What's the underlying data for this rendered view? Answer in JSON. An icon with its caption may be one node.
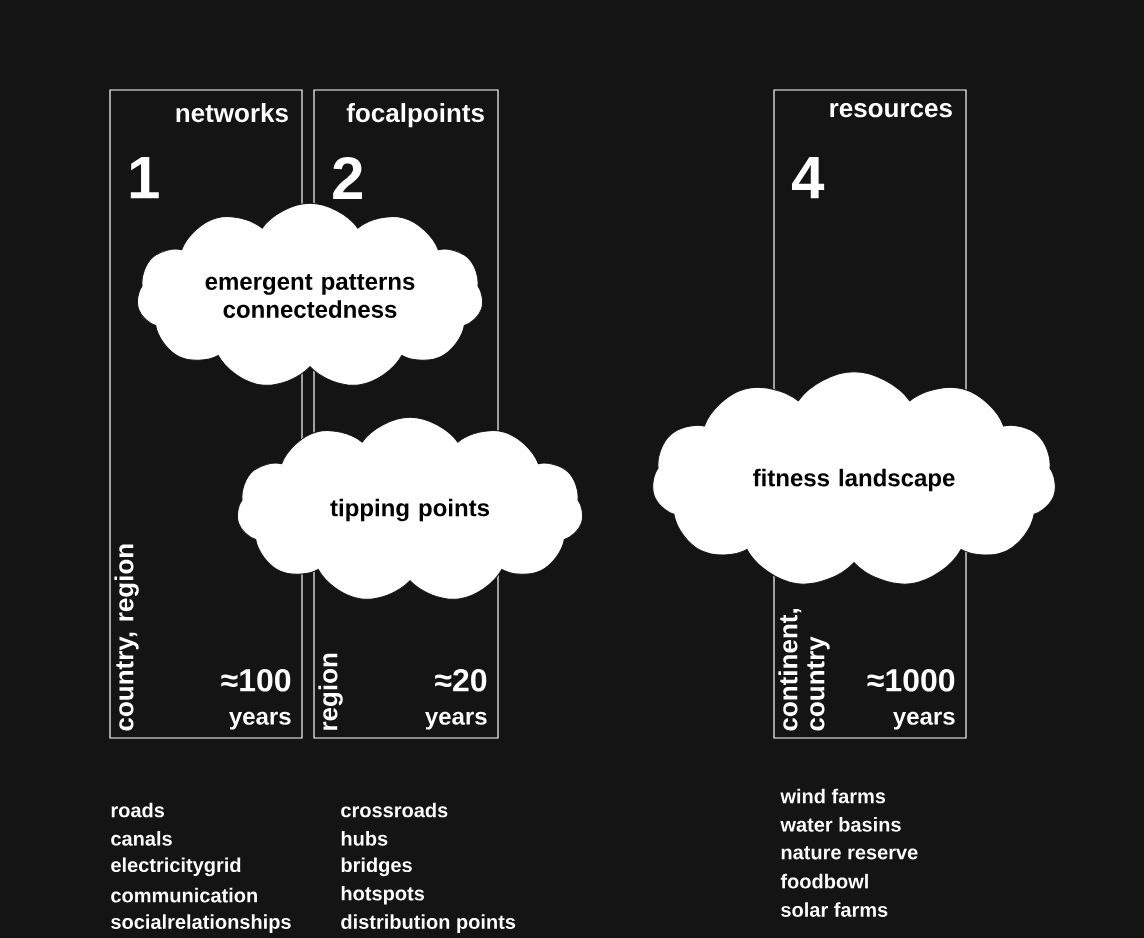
{
  "diagram": {
    "nodes": [
      {
        "text": [
          "networks",
          "1",
          "country, region",
          "≈100",
          "years"
        ]
      },
      {
        "text": [
          "focalpoints",
          "2",
          "region",
          "≈20",
          "years"
        ]
      },
      {
        "text": [
          "resources",
          "4",
          "continent, country",
          "≈1000",
          "years"
        ]
      },
      {
        "text": [
          "emergent patterns connectedness"
        ]
      },
      {
        "text": [
          "tipping points"
        ]
      },
      {
        "text": [
          "fitness landscape"
        ]
      }
    ],
    "labels": [
      "roads",
      "canals",
      "electricitygrid",
      "communication",
      "socialrelationships",
      "crossroads",
      "hubs",
      "bridges",
      "hotspots",
      "distribution points",
      "wind farms",
      "water basins",
      "nature reserve",
      "foodbowl",
      "solar farms"
    ]
  }
}
